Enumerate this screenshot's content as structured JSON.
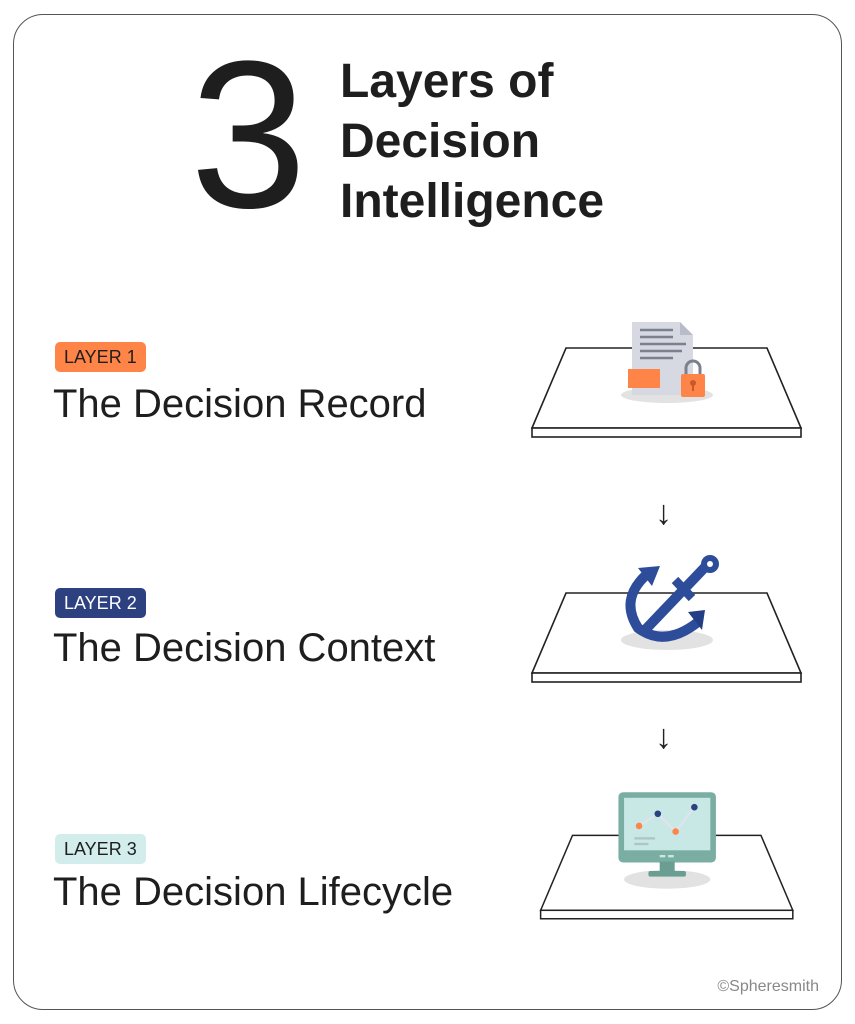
{
  "title": {
    "number": "3",
    "line1": "Layers of",
    "line2": "Decision",
    "line3": "Intelligence"
  },
  "layers": [
    {
      "badge": "LAYER 1",
      "name": "The Decision Record",
      "badge_bg": "#ff8448",
      "badge_fg": "#1e1e1e",
      "icon": "document-lock-icon"
    },
    {
      "badge": "LAYER 2",
      "name": "The Decision Context",
      "badge_bg": "#2d4180",
      "badge_fg": "#ffffff",
      "icon": "anchor-icon"
    },
    {
      "badge": "LAYER 3",
      "name": "The Decision Lifecycle",
      "badge_bg": "#d3ecec",
      "badge_fg": "#1e1e1e",
      "icon": "monitor-chart-icon"
    }
  ],
  "arrows": [
    "↓",
    "↓"
  ],
  "credit": "©Spheresmith"
}
